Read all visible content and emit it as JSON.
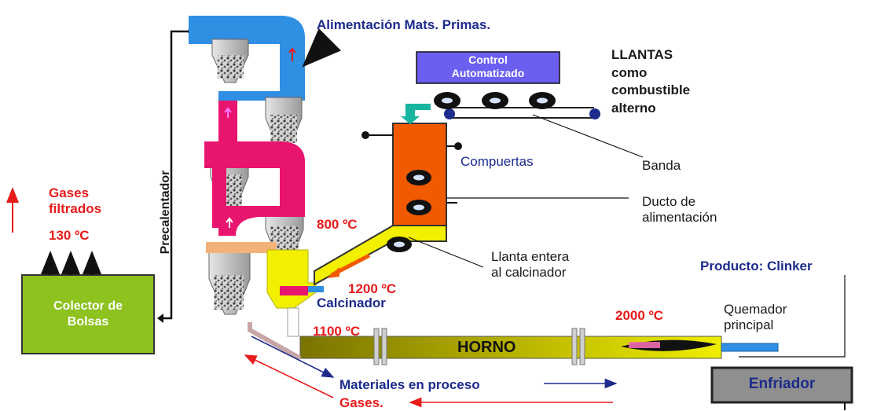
{
  "labels": {
    "feed": "Alimentación Mats. Primas.",
    "control": "Control\nAutomatizado",
    "tires_line1": "LLANTAS",
    "tires_line2": "como",
    "tires_line3": "combustible",
    "tires_line4": "alterno",
    "gates": "Compuertas",
    "belt": "Banda",
    "duct": "Ducto de\nalimentación",
    "whole_tire": "Llanta entera\nal calcinador",
    "product": "Producto: Clinker",
    "burner": "Quemador\nprincipal",
    "preheater": "Precalentador",
    "gases_filtered": "Gases\nfiltrados",
    "temp_130": "130 ºC",
    "collector": "Colector de\nBolsas",
    "temp_800": "800 ºC",
    "temp_1200": "1200 ºC",
    "calciner": "Calcinador",
    "temp_1100": "1100 ºC",
    "temp_2000": "2000 ºC",
    "kiln": "HORNO",
    "cooler": "Enfriador",
    "materials": "Materiales en proceso",
    "gases": "Gases."
  },
  "colors": {
    "preheater_top_duct": "#2f8fe3",
    "preheater_mid_duct": "#e8156e",
    "calciner_yellow": "#f2f000",
    "feed_duct_orange": "#f25a00",
    "kiln_olive": "#8f8a00",
    "kiln_yellow": "#e9e900",
    "control_box": "#6b5ff0",
    "collector_box": "#8dc21f",
    "cooler_box": "#8f8f8f",
    "navy_text": "#1c2b8c",
    "red_text": "#e81b1b"
  }
}
